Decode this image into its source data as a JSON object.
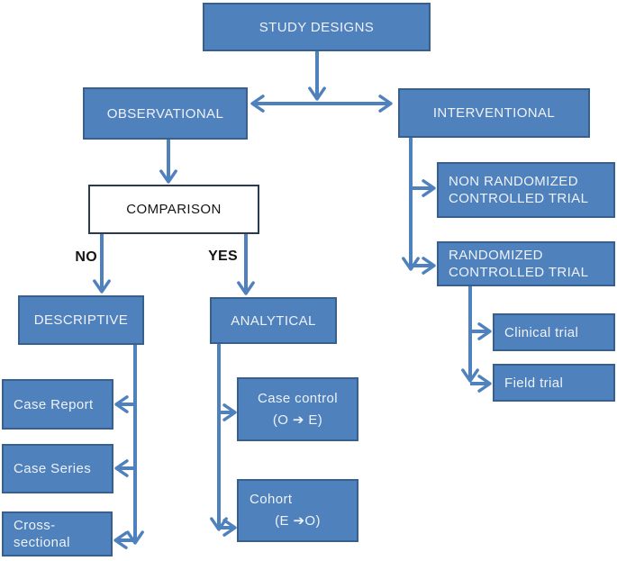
{
  "diagram": {
    "colors": {
      "node_fill": "#4f81bd",
      "node_border": "#38608f",
      "connector": "#4f81bd",
      "comparison_fill": "#ffffff",
      "comparison_border": "#2b3b4f",
      "text_light": "#eef2f8",
      "text_dark": "#141414"
    },
    "nodes": {
      "study_designs": {
        "label": "STUDY DESIGNS"
      },
      "observational": {
        "label": "OBSERVATIONAL"
      },
      "interventional": {
        "label": "INTERVENTIONAL"
      },
      "comparison": {
        "label": "COMPARISON"
      },
      "branch_no": {
        "label": "NO"
      },
      "branch_yes": {
        "label": "YES"
      },
      "descriptive": {
        "label": "DESCRIPTIVE"
      },
      "analytical": {
        "label": "ANALYTICAL"
      },
      "case_report": {
        "label": "Case Report"
      },
      "case_series": {
        "label": "Case Series"
      },
      "cross_sectional": {
        "line1": "Cross-",
        "line2": "sectional"
      },
      "case_control": {
        "line1": "Case control",
        "line2": "(O ➔ E)"
      },
      "cohort": {
        "line1": "Cohort",
        "line2": "(E ➔O)"
      },
      "non_randomized": {
        "line1": "NON RANDOMIZED",
        "line2": "CONTROLLED TRIAL"
      },
      "randomized": {
        "line1": "RANDOMIZED",
        "line2": "CONTROLLED TRIAL"
      },
      "clinical_trial": {
        "label": "Clinical trial"
      },
      "field_trial": {
        "label": "Field trial"
      }
    }
  }
}
